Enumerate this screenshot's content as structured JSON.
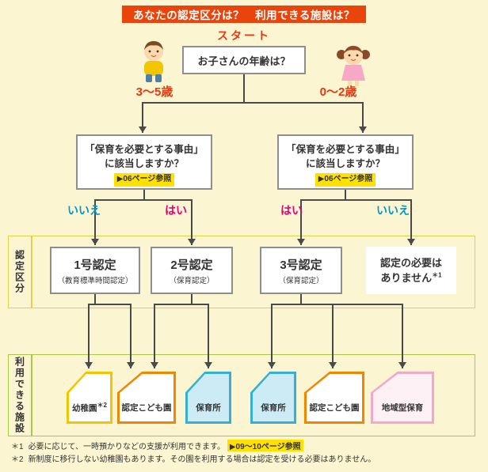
{
  "colors": {
    "page_bg": "#FBF5D2",
    "title_bg": "#E8440B",
    "red": "#E8380D",
    "yes_pink": "#E4007F",
    "no_blue": "#0097CE",
    "highlight": "#FFE100",
    "arrow": "#4A4A4A",
    "cert_region_border": "#DFD04A",
    "facility_region_border": "#A8C848"
  },
  "header": {
    "title": "あなたの認定区分は？　利用できる施設は？"
  },
  "flow": {
    "start_label": "スタート",
    "age_question": "お子さんの年齢は？",
    "age_left": "3〜5歳",
    "age_right": "0〜2歳",
    "reason_line1": "「保育を必要とする事由」",
    "reason_line2": "に該当しますか？",
    "reason_page_ref": "▶06ページ参照",
    "yes_label": "はい",
    "no_label": "いいえ"
  },
  "certification": {
    "section_label": "認定区分",
    "items": [
      {
        "title": "1号認定",
        "subtitle": "（教育標準時間認定）"
      },
      {
        "title": "2号認定",
        "subtitle": "（保育認定）"
      },
      {
        "title": "3号認定",
        "subtitle": "（保育認定）"
      }
    ],
    "no_certification": {
      "line1": "認定の必要は",
      "line2": "ありません",
      "note": "＊1"
    }
  },
  "facilities": {
    "section_label": "利用できる施設",
    "items": [
      {
        "label": "幼稚園",
        "note": "＊2",
        "border": "#F2C500",
        "fill": "#FFFFFF"
      },
      {
        "label": "認定こども園",
        "border": "#F08700",
        "fill": "#FFFFFF"
      },
      {
        "label": "保育所",
        "border": "#35AFD4",
        "fill": "#CDEBF5"
      },
      {
        "label": "保育所",
        "border": "#35AFD4",
        "fill": "#CDEBF5"
      },
      {
        "label": "認定こども園",
        "border": "#F08700",
        "fill": "#FFFFFF"
      },
      {
        "label": "地域型保育",
        "border": "#F0A9C8",
        "fill": "#FDF1F6"
      }
    ]
  },
  "footnotes": [
    {
      "marker": "＊1",
      "text": "必要に応じて、一時預かりなどの支援が利用できます。",
      "page_ref": "▶09〜10ページ参照"
    },
    {
      "marker": "＊2",
      "text": "新制度に移行しない幼稚園もあります。その園を利用する場合は認定を受ける必要はありません。"
    }
  ]
}
